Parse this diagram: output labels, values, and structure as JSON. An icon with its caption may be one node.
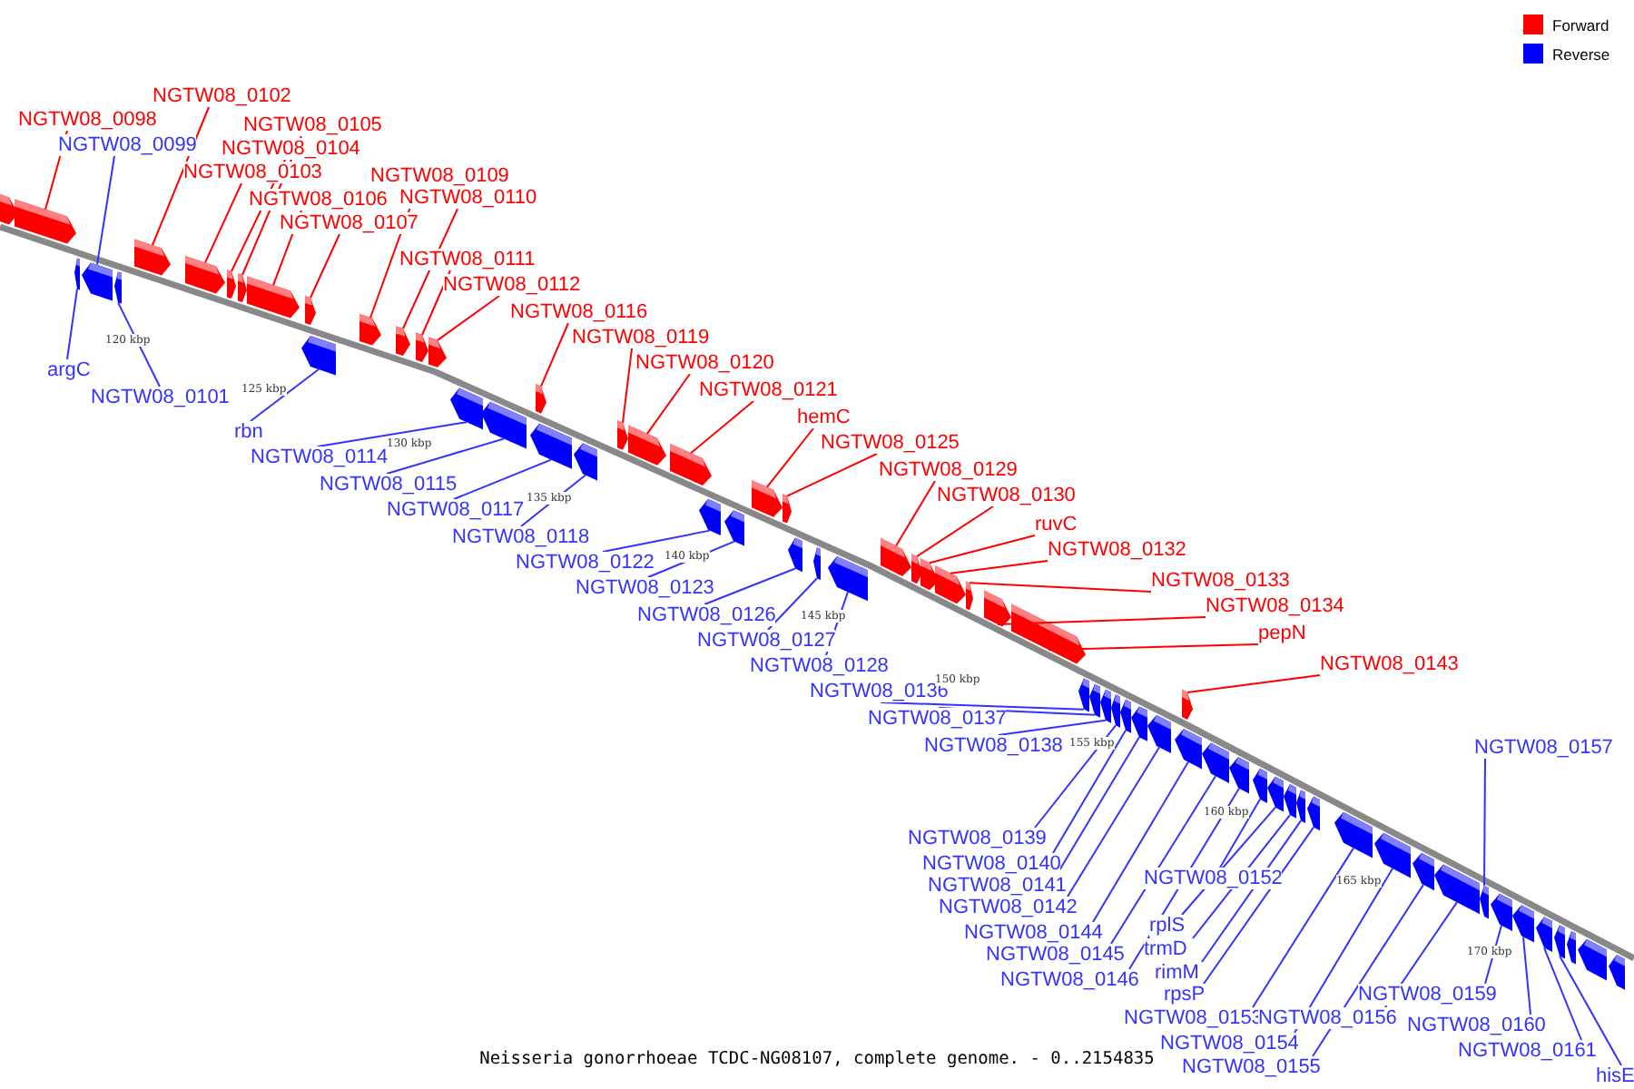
{
  "diagram": {
    "caption": "Neisseria gonorrhoeae TCDC-NG08107, complete genome. - 0..2154835",
    "nodes": [
      {
        "text": [
          "NGTW08_0098"
        ]
      },
      {
        "text": [
          "NGTW08_0099"
        ]
      },
      {
        "text": [
          "NGTW08_0102"
        ]
      },
      {
        "text": [
          "NGTW08_0105"
        ]
      },
      {
        "text": [
          "NGTW08_0104"
        ]
      },
      {
        "text": [
          "NGTW08_0103"
        ]
      },
      {
        "text": [
          "NGTW08_0106"
        ]
      },
      {
        "text": [
          "NGTW08_0107"
        ]
      },
      {
        "text": [
          "NGTW08_0109"
        ]
      },
      {
        "text": [
          "NGTW08_0110"
        ]
      },
      {
        "text": [
          "NGTW08_0111"
        ]
      },
      {
        "text": [
          "NGTW08_0112"
        ]
      },
      {
        "text": [
          "NGTW08_0116"
        ]
      },
      {
        "text": [
          "NGTW08_0119"
        ]
      },
      {
        "text": [
          "NGTW08_0120"
        ]
      },
      {
        "text": [
          "NGTW08_0121"
        ]
      },
      {
        "text": [
          "hemC"
        ]
      },
      {
        "text": [
          "NGTW08_0125"
        ]
      },
      {
        "text": [
          "NGTW08_0129"
        ]
      },
      {
        "text": [
          "NGTW08_0130"
        ]
      },
      {
        "text": [
          "ruvC"
        ]
      },
      {
        "text": [
          "NGTW08_0132"
        ]
      },
      {
        "text": [
          "NGTW08_0133"
        ]
      },
      {
        "text": [
          "NGTW08_0134"
        ]
      },
      {
        "text": [
          "pepN"
        ]
      },
      {
        "text": [
          "NGTW08_0143"
        ]
      },
      {
        "text": [
          "argC"
        ]
      },
      {
        "text": [
          "NGTW08_0101"
        ]
      },
      {
        "text": [
          "rbn"
        ]
      },
      {
        "text": [
          "NGTW08_0114"
        ]
      },
      {
        "text": [
          "NGTW08_0115"
        ]
      },
      {
        "text": [
          "NGTW08_0117"
        ]
      },
      {
        "text": [
          "NGTW08_0118"
        ]
      },
      {
        "text": [
          "NGTW08_0122"
        ]
      },
      {
        "text": [
          "NGTW08_0123"
        ]
      },
      {
        "text": [
          "NGTW08_0126"
        ]
      },
      {
        "text": [
          "NGTW08_0127"
        ]
      },
      {
        "text": [
          "NGTW08_0128"
        ]
      },
      {
        "text": [
          "NGTW08_0136"
        ]
      },
      {
        "text": [
          "NGTW08_0137"
        ]
      },
      {
        "text": [
          "NGTW08_0138"
        ]
      },
      {
        "text": [
          "NGTW08_0139"
        ]
      },
      {
        "text": [
          "NGTW08_0140"
        ]
      },
      {
        "text": [
          "NGTW08_0141"
        ]
      },
      {
        "text": [
          "NGTW08_0142"
        ]
      },
      {
        "text": [
          "NGTW08_0144"
        ]
      },
      {
        "text": [
          "NGTW08_0145"
        ]
      },
      {
        "text": [
          "NGTW08_0146"
        ]
      },
      {
        "text": [
          "NGTW08_0152"
        ]
      },
      {
        "text": [
          "rplS"
        ]
      },
      {
        "text": [
          "trmD"
        ]
      },
      {
        "text": [
          "rimM"
        ]
      },
      {
        "text": [
          "rpsP"
        ]
      },
      {
        "text": [
          "NGTW08_0153"
        ]
      },
      {
        "text": [
          "NGTW08_0154"
        ]
      },
      {
        "text": [
          "NGTW08_0155"
        ]
      },
      {
        "text": [
          "NGTW08_0156"
        ]
      },
      {
        "text": [
          "NGTW08_0157"
        ]
      },
      {
        "text": [
          "NGTW08_0159"
        ]
      },
      {
        "text": [
          "NGTW08_0160"
        ]
      },
      {
        "text": [
          "NGTW08_0161"
        ]
      },
      {
        "text": [
          "hisE"
        ]
      },
      {
        "text": [],
        "shape": "bar"
      },
      {
        "text": [],
        "shape": "bar"
      },
      {
        "text": [],
        "shape": "bar"
      },
      {
        "text": [],
        "shape": "bar"
      },
      {
        "text": [],
        "shape": "bar"
      },
      {
        "text": [],
        "shape": "bar"
      },
      {
        "text": [],
        "shape": "bar"
      },
      {
        "text": [],
        "shape": "bar"
      },
      {
        "text": [],
        "shape": "bar"
      },
      {
        "text": [],
        "shape": "bar"
      },
      {
        "text": [],
        "shape": "bar"
      },
      {
        "text": [],
        "shape": "bar"
      },
      {
        "text": [],
        "shape": "bar"
      },
      {
        "text": [],
        "shape": "bar"
      },
      {
        "text": [],
        "shape": "bar"
      },
      {
        "text": [],
        "shape": "bar"
      },
      {
        "text": [],
        "shape": "bar"
      },
      {
        "text": [],
        "shape": "bar"
      },
      {
        "text": [],
        "shape": "bar"
      },
      {
        "text": [],
        "shape": "bar"
      },
      {
        "text": [],
        "shape": "bar"
      },
      {
        "text": [],
        "shape": "bar"
      },
      {
        "text": [],
        "shape": "bar"
      },
      {
        "text": [],
        "shape": "bar"
      },
      {
        "text": [],
        "shape": "bar"
      },
      {
        "text": [],
        "shape": "bar"
      },
      {
        "text": [],
        "shape": "bar"
      },
      {
        "text": [],
        "shape": "bar"
      },
      {
        "text": [],
        "shape": "bar"
      },
      {
        "text": [],
        "shape": "bar"
      },
      {
        "text": [],
        "shape": "bar"
      },
      {
        "text": [],
        "shape": "bar"
      },
      {
        "text": [],
        "shape": "bar"
      },
      {
        "text": [],
        "shape": "bar"
      },
      {
        "text": [],
        "shape": "bar"
      },
      {
        "text": [],
        "shape": "bar"
      },
      {
        "text": [],
        "shape": "bar"
      },
      {
        "text": [],
        "shape": "bar"
      },
      {
        "text": [],
        "shape": "bar"
      },
      {
        "text": [],
        "shape": "bar"
      },
      {
        "text": [],
        "shape": "bar"
      },
      {
        "text": [],
        "shape": "bar"
      },
      {
        "text": [],
        "shape": "bar"
      },
      {
        "text": [],
        "shape": "bar"
      },
      {
        "text": [],
        "shape": "bar"
      },
      {
        "text": [],
        "shape": "bar"
      },
      {
        "text": [],
        "shape": "bar"
      },
      {
        "text": [],
        "shape": "bar"
      },
      {
        "text": [],
        "shape": "bar"
      },
      {
        "text": [],
        "shape": "bar"
      },
      {
        "text": [],
        "shape": "bar"
      },
      {
        "text": [],
        "shape": "bar"
      },
      {
        "text": [],
        "shape": "bar"
      },
      {
        "text": [],
        "shape": "bar"
      },
      {
        "text": [],
        "shape": "bar"
      },
      {
        "text": [],
        "shape": "bar"
      },
      {
        "text": [],
        "shape": "bar"
      },
      {
        "text": [],
        "shape": "bar"
      },
      {
        "text": [],
        "shape": "bar"
      },
      {
        "text": [],
        "shape": "bar"
      },
      {
        "text": [],
        "shape": "bar"
      },
      {
        "text": [],
        "shape": "bar"
      },
      {
        "text": [],
        "shape": "bar"
      },
      {
        "text": [],
        "shape": "bar"
      },
      {
        "text": [],
        "shape": "bar"
      },
      {
        "text": [],
        "shape": "bar"
      }
    ],
    "edges": [
      {
        "from": 0,
        "to": 62,
        "arrow": "none",
        "color": "#ff0000"
      },
      {
        "from": 1,
        "to": 63,
        "arrow": "none"
      },
      {
        "from": 2,
        "to": 64,
        "arrow": "none",
        "color": "#ff0000"
      },
      {
        "from": 3,
        "to": 65,
        "arrow": "none",
        "color": "#ff0000"
      },
      {
        "from": 4,
        "to": 66,
        "arrow": "none",
        "color": "#ff0000"
      },
      {
        "from": 5,
        "to": 67,
        "arrow": "none",
        "color": "#ff0000"
      },
      {
        "from": 6,
        "to": 68,
        "arrow": "none",
        "color": "#ff0000"
      },
      {
        "from": 7,
        "to": 69,
        "arrow": "none",
        "color": "#ff0000"
      },
      {
        "from": 8,
        "to": 70,
        "arrow": "none",
        "color": "#ff0000"
      },
      {
        "from": 9,
        "to": 71,
        "arrow": "none",
        "color": "#ff0000"
      },
      {
        "from": 10,
        "to": 72,
        "arrow": "none",
        "color": "#ff0000"
      },
      {
        "from": 11,
        "to": 73,
        "arrow": "none",
        "color": "#ff0000"
      },
      {
        "from": 12,
        "to": 74,
        "arrow": "none",
        "color": "#ff0000"
      },
      {
        "from": 13,
        "to": 75,
        "arrow": "none",
        "color": "#ff0000"
      },
      {
        "from": 14,
        "to": 76,
        "arrow": "none",
        "color": "#ff0000"
      },
      {
        "from": 15,
        "to": 77,
        "arrow": "none",
        "color": "#ff0000"
      },
      {
        "from": 16,
        "to": 78,
        "arrow": "none",
        "color": "#ff0000"
      },
      {
        "from": 17,
        "to": 79,
        "arrow": "none",
        "color": "#ff0000"
      },
      {
        "from": 18,
        "to": 80,
        "arrow": "none",
        "color": "#ff0000"
      },
      {
        "from": 19,
        "to": 81,
        "arrow": "none",
        "color": "#ff0000"
      },
      {
        "from": 20,
        "to": 82,
        "arrow": "none",
        "color": "#ff0000"
      },
      {
        "from": 21,
        "to": 83,
        "arrow": "none",
        "color": "#ff0000"
      },
      {
        "from": 22,
        "to": 84,
        "arrow": "none",
        "color": "#ff0000"
      },
      {
        "from": 23,
        "to": 85,
        "arrow": "none",
        "color": "#ff0000"
      },
      {
        "from": 24,
        "to": 86,
        "arrow": "none",
        "color": "#ff0000"
      },
      {
        "from": 25,
        "to": 87,
        "arrow": "none",
        "color": "#ff0000"
      },
      {
        "from": 26,
        "to": 88,
        "arrow": "none"
      },
      {
        "from": 27,
        "to": 89,
        "arrow": "none"
      },
      {
        "from": 28,
        "to": 90,
        "arrow": "none"
      },
      {
        "from": 29,
        "to": 91,
        "arrow": "none"
      },
      {
        "from": 30,
        "to": 92,
        "arrow": "none"
      },
      {
        "from": 31,
        "to": 93,
        "arrow": "none"
      },
      {
        "from": 32,
        "to": 94,
        "arrow": "none"
      },
      {
        "from": 33,
        "to": 95,
        "arrow": "none"
      },
      {
        "from": 34,
        "to": 96,
        "arrow": "none"
      },
      {
        "from": 35,
        "to": 97,
        "arrow": "none"
      },
      {
        "from": 36,
        "to": 98,
        "arrow": "none"
      },
      {
        "from": 37,
        "to": 99,
        "arrow": "none"
      },
      {
        "from": 38,
        "to": 100,
        "arrow": "none"
      },
      {
        "from": 39,
        "to": 101,
        "arrow": "none"
      },
      {
        "from": 40,
        "to": 102,
        "arrow": "none"
      },
      {
        "from": 41,
        "to": 103,
        "arrow": "none"
      },
      {
        "from": 42,
        "to": 104,
        "arrow": "none"
      },
      {
        "from": 43,
        "to": 105,
        "arrow": "none"
      },
      {
        "from": 44,
        "to": 106,
        "arrow": "none"
      },
      {
        "from": 45,
        "to": 107,
        "arrow": "none"
      },
      {
        "from": 46,
        "to": 108,
        "arrow": "none"
      },
      {
        "from": 47,
        "to": 109,
        "arrow": "none"
      },
      {
        "from": 48,
        "to": 110,
        "arrow": "none"
      },
      {
        "from": 49,
        "to": 111,
        "arrow": "none"
      },
      {
        "from": 50,
        "to": 112,
        "arrow": "none"
      },
      {
        "from": 51,
        "to": 113,
        "arrow": "none"
      },
      {
        "from": 52,
        "to": 114,
        "arrow": "none"
      },
      {
        "from": 53,
        "to": 115,
        "arrow": "none"
      },
      {
        "from": 54,
        "to": 116,
        "arrow": "none"
      },
      {
        "from": 55,
        "to": 117,
        "arrow": "none"
      },
      {
        "from": 56,
        "to": 118,
        "arrow": "none"
      },
      {
        "from": 57,
        "to": 119,
        "arrow": "none"
      },
      {
        "from": 58,
        "to": 120,
        "arrow": "none"
      },
      {
        "from": 59,
        "to": 121,
        "arrow": "none"
      },
      {
        "from": 60,
        "to": 122,
        "arrow": "none"
      },
      {
        "from": 61,
        "to": 123,
        "arrow": "none"
      }
    ],
    "labels": [
      "120 kbp",
      "125 kbp",
      "130 kbp",
      "135 kbp",
      "140 kbp",
      "145 kbp",
      "150 kbp",
      "155 kbp",
      "160 kbp",
      "165 kbp",
      "170 kbp"
    ],
    "legend": [
      {
        "text": "Forward",
        "color": "#ff0000"
      },
      {
        "text": "Reverse",
        "color": "#0000ff"
      }
    ]
  }
}
